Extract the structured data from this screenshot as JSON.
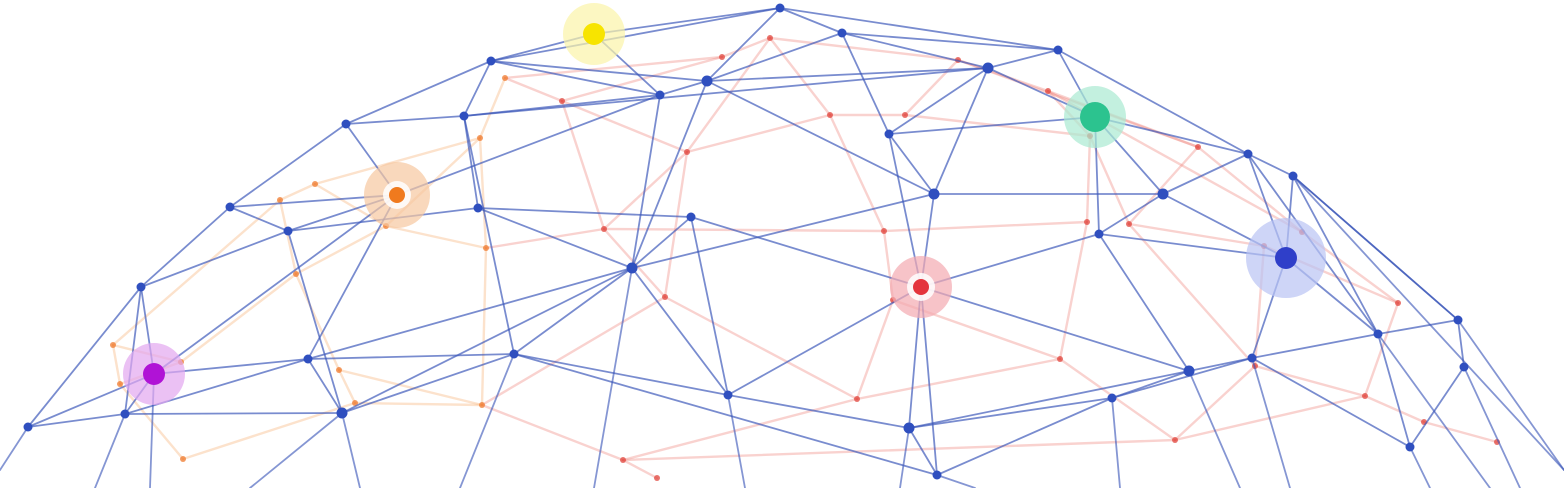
{
  "scene": {
    "description_visible_text": "",
    "colors": {
      "background": "#ffffff",
      "front_edge": "#3a55b8",
      "front_node": "#2f4fbf",
      "back_edge_red": "#f08a80",
      "back_edge_orange": "#f6b27a",
      "back_node_red": "#e0443c",
      "back_node_orange": "#ef7a2e"
    },
    "highlighted_nodes": [
      {
        "name": "yellow-node",
        "color": "#f7e400",
        "halo": "#fbf3a8"
      },
      {
        "name": "green-node",
        "color": "#2cc38f",
        "halo": "#a9e9d1"
      },
      {
        "name": "orange-node",
        "color": "#f07a1e",
        "halo": "#f7c8a0"
      },
      {
        "name": "red-node",
        "color": "#e4343d",
        "halo": "#f4aab0"
      },
      {
        "name": "blue-node",
        "color": "#2f3fc9",
        "halo": "#b9c3f4"
      },
      {
        "name": "purple-node",
        "color": "#b013d6",
        "halo": "#e2a6f0"
      }
    ]
  }
}
